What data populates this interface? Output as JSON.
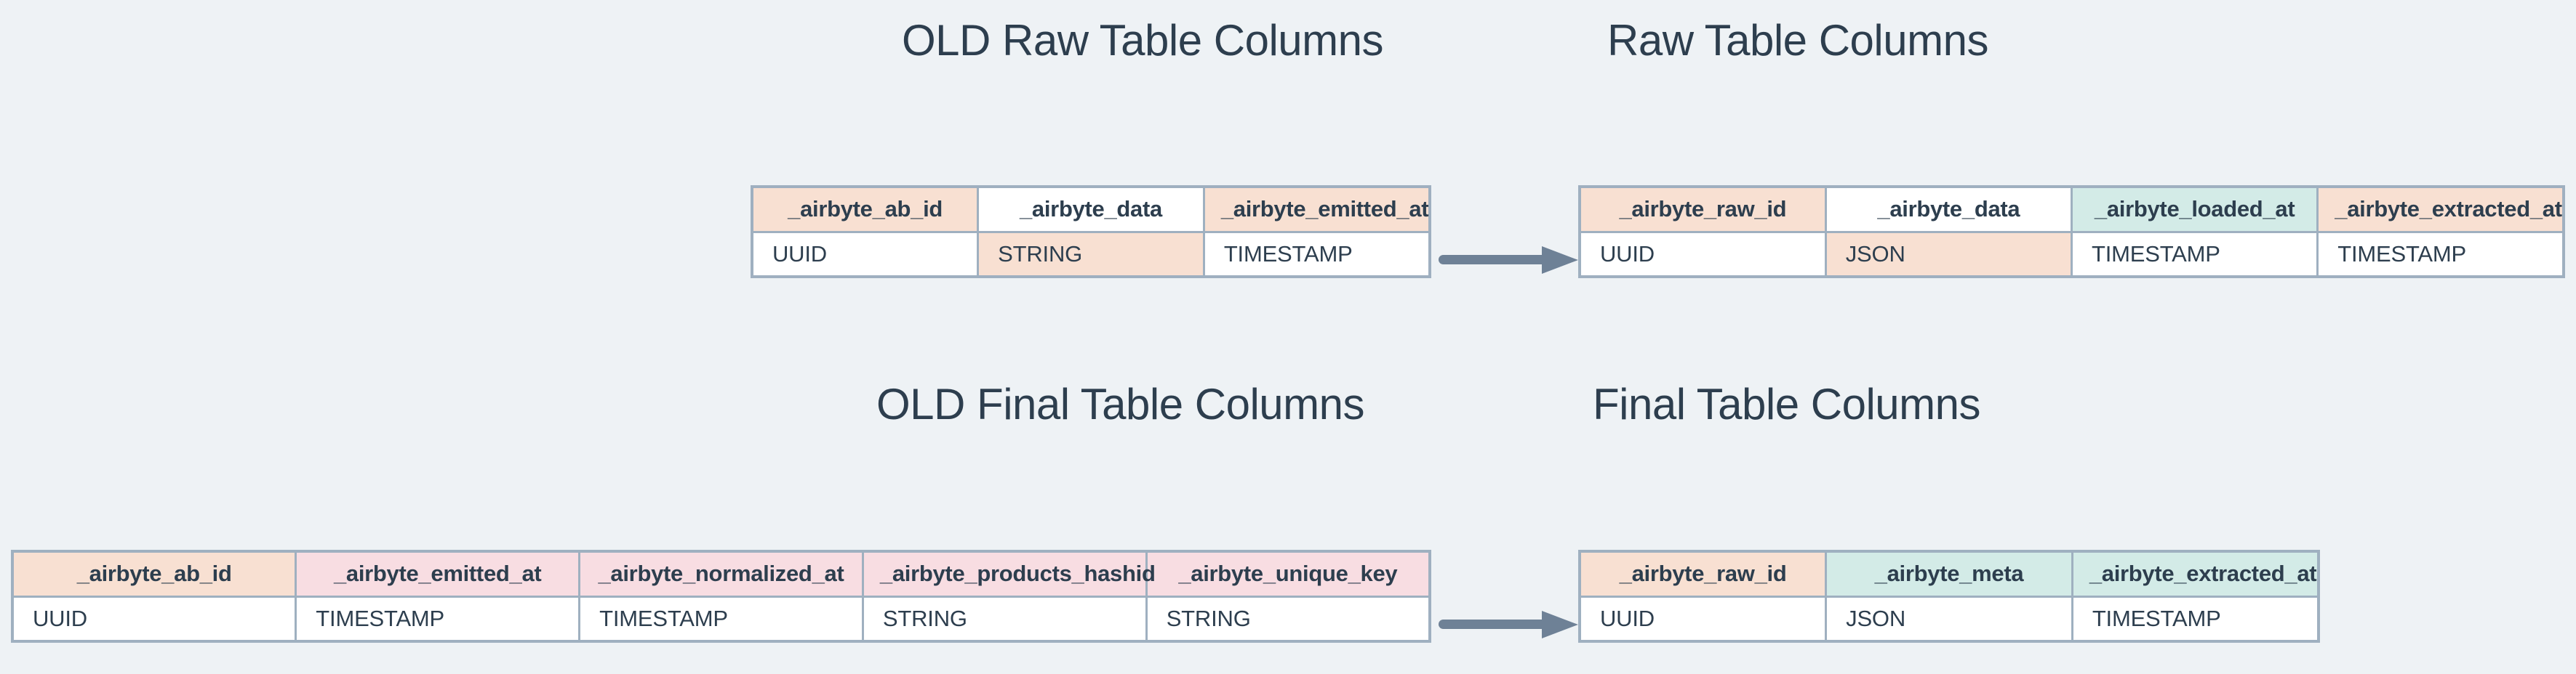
{
  "theme": {
    "background": "#eef2f5",
    "title_color": "#2d3e4e",
    "border_color": "#9fb0c0",
    "arrow_color": "#6e8196",
    "fill_peach": "#f8e0d2",
    "fill_pink": "#f8dde2",
    "fill_teal": "#d3ebe7",
    "fill_white": "#ffffff"
  },
  "titles": {
    "old_raw": "OLD Raw Table Columns",
    "new_raw": "Raw Table Columns",
    "old_final": "OLD Final Table Columns",
    "new_final": "Final Table Columns"
  },
  "tables": {
    "old_raw": {
      "columns": [
        {
          "name": "_airbyte_ab_id",
          "type": "UUID",
          "header_fill": "peach",
          "type_fill": "white"
        },
        {
          "name": "_airbyte_data",
          "type": "STRING",
          "header_fill": "white",
          "type_fill": "peach"
        },
        {
          "name": "_airbyte_emitted_at",
          "type": "TIMESTAMP",
          "header_fill": "peach",
          "type_fill": "white"
        }
      ]
    },
    "new_raw": {
      "columns": [
        {
          "name": "_airbyte_raw_id",
          "type": "UUID",
          "header_fill": "peach",
          "type_fill": "white"
        },
        {
          "name": "_airbyte_data",
          "type": "JSON",
          "header_fill": "white",
          "type_fill": "peach"
        },
        {
          "name": "_airbyte_loaded_at",
          "type": "TIMESTAMP",
          "header_fill": "teal",
          "type_fill": "white"
        },
        {
          "name": "_airbyte_extracted_at",
          "type": "TIMESTAMP",
          "header_fill": "peach",
          "type_fill": "white"
        }
      ]
    },
    "old_final": {
      "columns": [
        {
          "name": "_airbyte_ab_id",
          "type": "UUID",
          "header_fill": "peach",
          "type_fill": "white"
        },
        {
          "name": "_airbyte_emitted_at",
          "type": "TIMESTAMP",
          "header_fill": "pink",
          "type_fill": "white"
        },
        {
          "name": "_airbyte_normalized_at",
          "type": "TIMESTAMP",
          "header_fill": "pink",
          "type_fill": "white"
        },
        {
          "name": "_airbyte_products_hashid",
          "type": "STRING",
          "header_fill": "pink",
          "type_fill": "white"
        },
        {
          "name": "_airbyte_unique_key",
          "type": "STRING",
          "header_fill": "pink",
          "type_fill": "white"
        }
      ]
    },
    "new_final": {
      "columns": [
        {
          "name": "_airbyte_raw_id",
          "type": "UUID",
          "header_fill": "peach",
          "type_fill": "white"
        },
        {
          "name": "_airbyte_meta",
          "type": "JSON",
          "header_fill": "teal",
          "type_fill": "white"
        },
        {
          "name": "_airbyte_extracted_at",
          "type": "TIMESTAMP",
          "header_fill": "teal",
          "type_fill": "white"
        }
      ]
    }
  },
  "arrows": [
    {
      "name": "raw-migration-arrow",
      "direction": "right"
    },
    {
      "name": "final-migration-arrow",
      "direction": "right"
    }
  ]
}
